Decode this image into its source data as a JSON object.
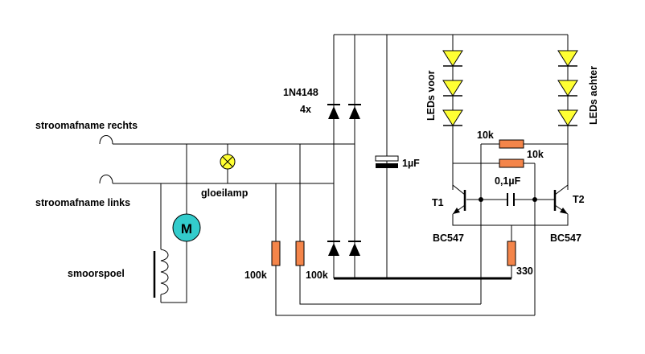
{
  "labels": {
    "pickup_right": "stroomafname rechts",
    "pickup_left": "stroomafname links",
    "choke": "smoorspoel",
    "lamp": "gloeilamp",
    "motor": "M",
    "diode_type": "1N4148",
    "diode_count": "4x",
    "capacitor_1uf": "1µF",
    "leds_front": "LEDs voor",
    "leds_rear": "LEDs achter",
    "r_10k_top": "10k",
    "r_10k_bottom": "10k",
    "capacitor_01uf": "0,1µF",
    "t1": "T1",
    "t2": "T2",
    "t1_type": "BC547",
    "t2_type": "BC547",
    "r_100k_left": "100k",
    "r_100k_right": "100k",
    "r_330": "330"
  },
  "colors": {
    "wire": "#000000",
    "resistor": "#f4854a",
    "led": "#ffff33",
    "lamp": "#ffff33",
    "motor": "#33cccc"
  }
}
